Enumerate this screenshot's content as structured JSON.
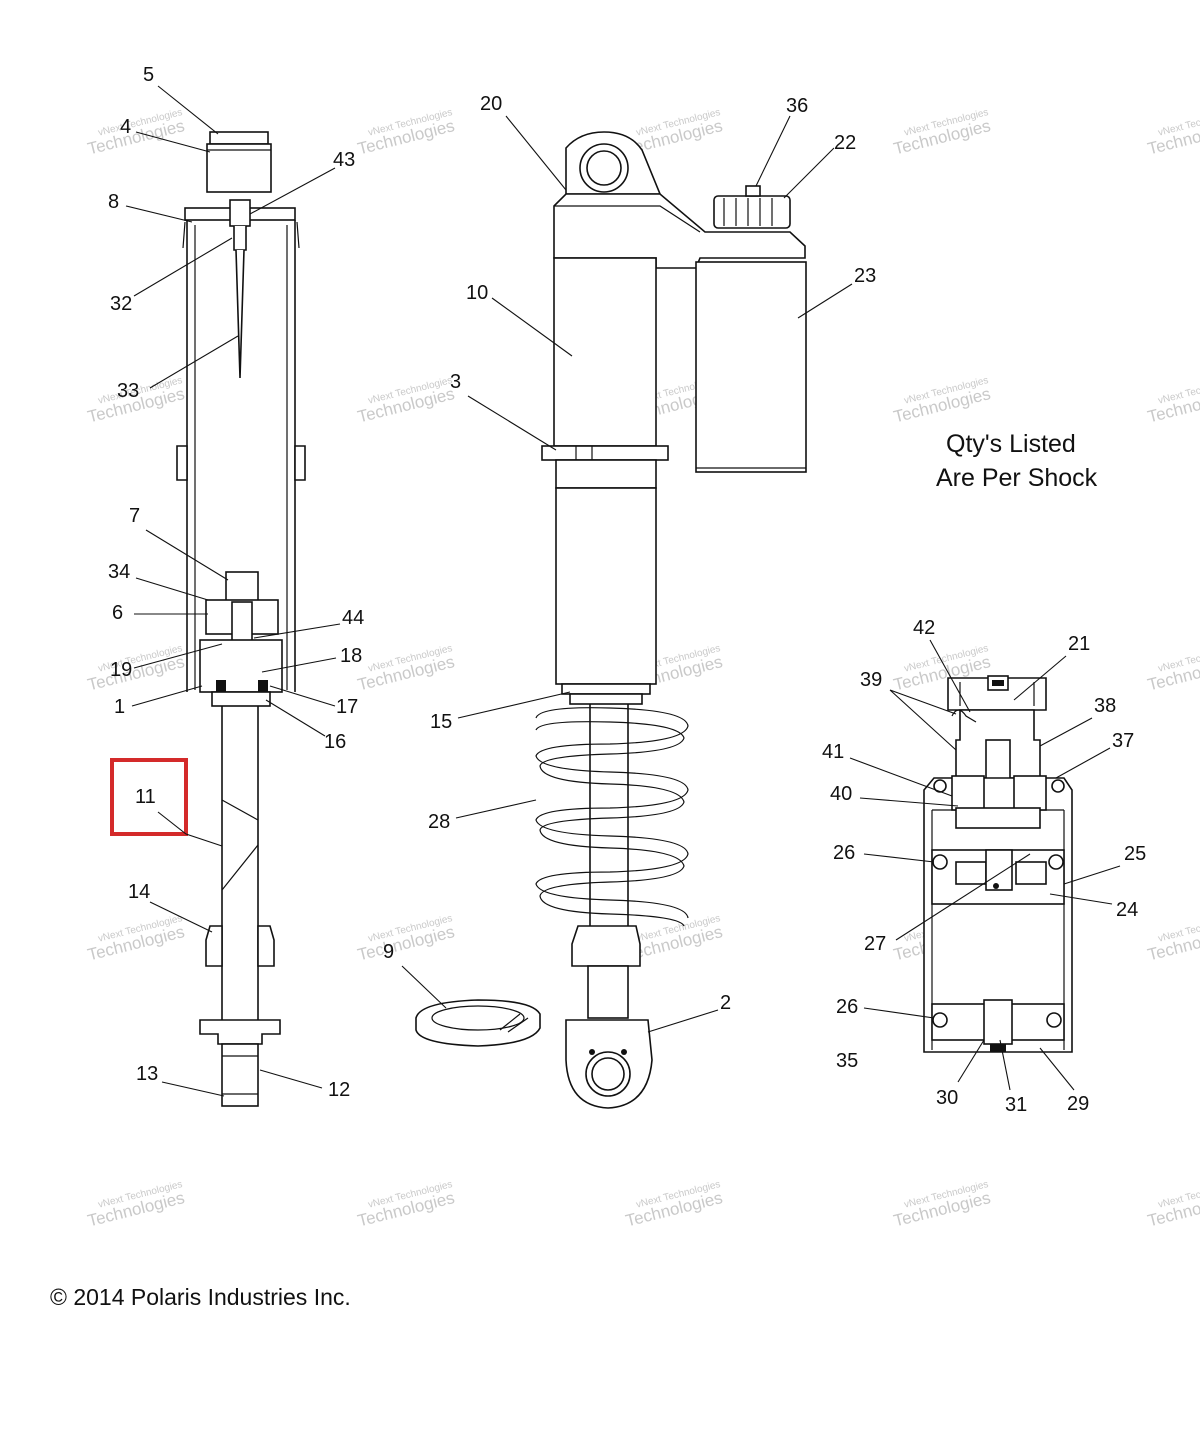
{
  "callouts": [
    {
      "id": "c5",
      "label": "5"
    },
    {
      "id": "c4",
      "label": "4"
    },
    {
      "id": "c43",
      "label": "43"
    },
    {
      "id": "c8",
      "label": "8"
    },
    {
      "id": "c32",
      "label": "32"
    },
    {
      "id": "c33",
      "label": "33"
    },
    {
      "id": "c7",
      "label": "7"
    },
    {
      "id": "c34",
      "label": "34"
    },
    {
      "id": "c6",
      "label": "6"
    },
    {
      "id": "c44",
      "label": "44"
    },
    {
      "id": "c18",
      "label": "18"
    },
    {
      "id": "c19",
      "label": "19"
    },
    {
      "id": "c1",
      "label": "1"
    },
    {
      "id": "c17",
      "label": "17"
    },
    {
      "id": "c16",
      "label": "16"
    },
    {
      "id": "c11",
      "label": "11"
    },
    {
      "id": "c14",
      "label": "14"
    },
    {
      "id": "c13",
      "label": "13"
    },
    {
      "id": "c12",
      "label": "12"
    },
    {
      "id": "c20",
      "label": "20"
    },
    {
      "id": "c36",
      "label": "36"
    },
    {
      "id": "c22",
      "label": "22"
    },
    {
      "id": "c10",
      "label": "10"
    },
    {
      "id": "c23",
      "label": "23"
    },
    {
      "id": "c3",
      "label": "3"
    },
    {
      "id": "c15",
      "label": "15"
    },
    {
      "id": "c28",
      "label": "28"
    },
    {
      "id": "c9",
      "label": "9"
    },
    {
      "id": "c2",
      "label": "2"
    },
    {
      "id": "c42",
      "label": "42"
    },
    {
      "id": "c21",
      "label": "21"
    },
    {
      "id": "c39",
      "label": "39"
    },
    {
      "id": "c38",
      "label": "38"
    },
    {
      "id": "c41",
      "label": "41"
    },
    {
      "id": "c37",
      "label": "37"
    },
    {
      "id": "c40",
      "label": "40"
    },
    {
      "id": "c26a",
      "label": "26"
    },
    {
      "id": "c25",
      "label": "25"
    },
    {
      "id": "c24",
      "label": "24"
    },
    {
      "id": "c27",
      "label": "27"
    },
    {
      "id": "c26b",
      "label": "26"
    },
    {
      "id": "c35",
      "label": "35"
    },
    {
      "id": "c30",
      "label": "30"
    },
    {
      "id": "c31",
      "label": "31"
    },
    {
      "id": "c29",
      "label": "29"
    }
  ],
  "highlighted_callout": "11",
  "note": {
    "line1": "Qty's Listed",
    "line2": "Are Per Shock"
  },
  "copyright": "© 2014 Polaris Industries Inc.",
  "watermark": {
    "line1": "vNext Technologies",
    "line2": "Technologies"
  },
  "colors": {
    "highlight": "#d42a2a",
    "line": "#111111",
    "watermark": "#c9c9c9"
  }
}
